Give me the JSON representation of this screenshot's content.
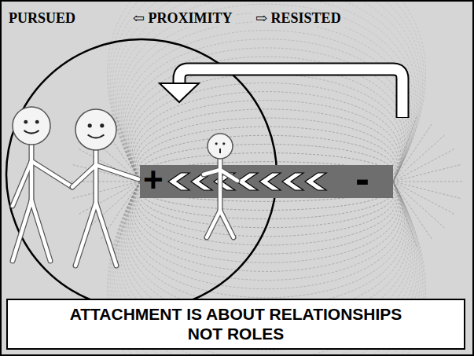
{
  "diagram": {
    "nodes": [
      {
        "text": [
          "ATTACHMENT IS ABOUT RELATIONSHIPS NOT ROLES"
        ]
      }
    ],
    "labels": [
      "PURSUED",
      "⇦ PROXIMITY",
      "⇨ RESISTED",
      "+",
      "-"
    ]
  }
}
